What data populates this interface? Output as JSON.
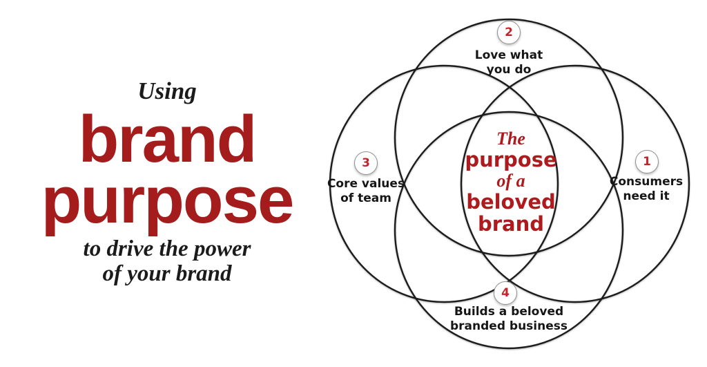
{
  "colors": {
    "background": "#ffffff",
    "accent_red": "#a41c1c",
    "center_red": "#ad1b1e",
    "badge_red": "#c0262b",
    "ink": "#1b1b1b",
    "circle_stroke": "#1c1c1c",
    "badge_stroke": "#8f8f8f"
  },
  "left_panel": {
    "kicker": "Using",
    "title_line1": "brand",
    "title_line2": "purpose",
    "tagline": "to drive the power\nof your brand"
  },
  "venn": {
    "center_lines": [
      "The",
      "purpose",
      "of a",
      "beloved",
      "brand"
    ],
    "nodes": [
      {
        "number": "1",
        "label": "Consumers\nneed it",
        "position": "right"
      },
      {
        "number": "2",
        "label": "Love what\nyou do",
        "position": "top"
      },
      {
        "number": "3",
        "label": "Core values\nof team",
        "position": "left"
      },
      {
        "number": "4",
        "label": "Builds a beloved\nbranded business",
        "position": "bottom"
      }
    ]
  }
}
